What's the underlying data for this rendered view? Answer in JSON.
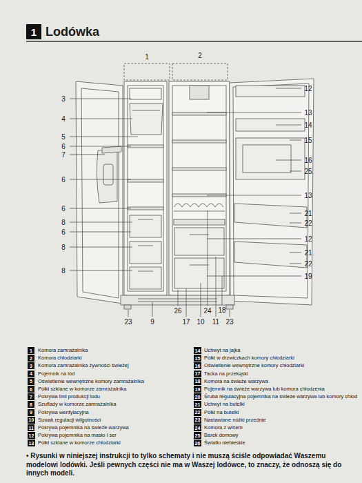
{
  "diagram": {
    "title": "Lodówka",
    "nodes": [
      {
        "text": [
          "1"
        ]
      },
      {
        "text": [
          "1"
        ]
      },
      {
        "text": [
          "2"
        ]
      },
      {
        "text": [
          "3"
        ]
      },
      {
        "text": [
          "4"
        ]
      },
      {
        "text": [
          "5"
        ]
      },
      {
        "text": [
          "6"
        ]
      },
      {
        "text": [
          "7"
        ]
      },
      {
        "text": [
          "8"
        ]
      },
      {
        "text": [
          "9"
        ]
      },
      {
        "text": [
          "10"
        ]
      },
      {
        "text": [
          "11"
        ]
      },
      {
        "text": [
          "12"
        ]
      },
      {
        "text": [
          "13"
        ]
      },
      {
        "text": [
          "14"
        ]
      },
      {
        "text": [
          "15"
        ]
      },
      {
        "text": [
          "16"
        ]
      },
      {
        "text": [
          "17"
        ]
      },
      {
        "text": [
          "18"
        ]
      },
      {
        "text": [
          "19"
        ]
      },
      {
        "text": [
          "20"
        ]
      },
      {
        "text": [
          "21"
        ]
      },
      {
        "text": [
          "22"
        ]
      },
      {
        "text": [
          "23"
        ]
      },
      {
        "text": [
          "24"
        ]
      },
      {
        "text": [
          "25"
        ]
      },
      {
        "text": [
          "26"
        ]
      }
    ],
    "labels": [
      "1",
      "2",
      "3",
      "4",
      "5",
      "6",
      "7",
      "6",
      "6",
      "8",
      "6",
      "8",
      "8",
      "12",
      "13",
      "14",
      "15",
      "16",
      "25",
      "13",
      "21",
      "22",
      "12",
      "21",
      "22",
      "19",
      "23",
      "9",
      "26",
      "24",
      "18",
      "17",
      "10",
      "11",
      "23",
      "Komora zamrażalnika",
      "Komora chłodziarki",
      "Komora zamrażalnika żywności świeżej",
      "Pojemnik na lód",
      "Oświetlenie wewnętrzne komory zamrażalnika",
      "Półki szklane w komorze zamrażalnika",
      "Pokrywa linii produkcji lodu",
      "Szuflady w komorze zamrażalnika",
      "Pokrywa wentylacyjna",
      "Suwak regulacji wilgotności",
      "Pokrywa pojemnika na świeże warzywa",
      "Pokrywa pojemnika na masło i ser",
      "Półki szklane w komorze chłodziarki",
      "Uchwyt na jajka",
      "Półki w drzwiczkach komory chłodziarki",
      "Oświetlenie wewnętrzne komory chłodziarki",
      "Tacka na przekąski",
      "Komora na świeże warzywa",
      "Pojemnik na świeże warzywa lub komora chłodzenia",
      "Śruba regulacyjna pojemnika na świeże warzywa lub komory chłod",
      "Uchwyt na butelki",
      "Półki na butelki",
      "Nastawiane nóżki przednie",
      "Komora z winem",
      "Barek domowy",
      "Światło niebieskie",
      "• Rysunki w niniejszej instrukcji to tylko schematy i nie muszą ściśle odpowiadać Waszemu modelowi lodówki. Jeśli pewnych części nie ma w Waszej lodówce, to znaczy, że odnoszą się do innych modeli."
    ]
  }
}
